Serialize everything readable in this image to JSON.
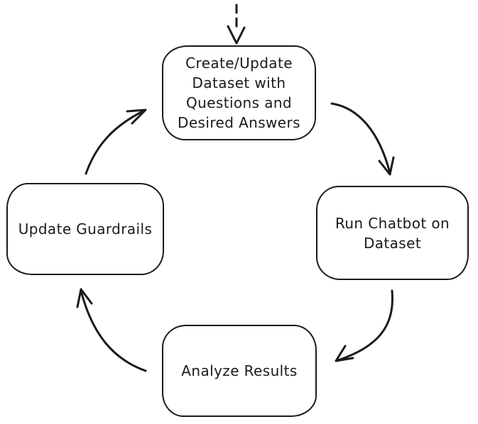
{
  "colors": {
    "background": "#ffffff",
    "stroke": "#1b1b1b"
  },
  "nodes": {
    "top": {
      "id": "create-update-dataset",
      "label": "Create/Update Dataset with Questions and Desired Answers",
      "lines": [
        "Create/Update",
        "Dataset with",
        "Questions and",
        "Desired Answers"
      ]
    },
    "right": {
      "id": "run-chatbot-on-dataset",
      "label": "Run Chatbot on Dataset",
      "lines": [
        "Run Chatbot on",
        "Dataset"
      ]
    },
    "bottom": {
      "id": "analyze-results",
      "label": "Analyze Results",
      "lines": [
        "Analyze Results"
      ]
    },
    "left": {
      "id": "update-guardrails",
      "label": "Update Guardrails",
      "lines": [
        "Update Guardrails"
      ]
    }
  },
  "edges": [
    {
      "from": "start",
      "to": "create-update-dataset",
      "style": "dashed"
    },
    {
      "from": "create-update-dataset",
      "to": "run-chatbot-on-dataset",
      "style": "solid"
    },
    {
      "from": "run-chatbot-on-dataset",
      "to": "analyze-results",
      "style": "solid"
    },
    {
      "from": "analyze-results",
      "to": "update-guardrails",
      "style": "solid"
    },
    {
      "from": "update-guardrails",
      "to": "create-update-dataset",
      "style": "solid"
    }
  ]
}
